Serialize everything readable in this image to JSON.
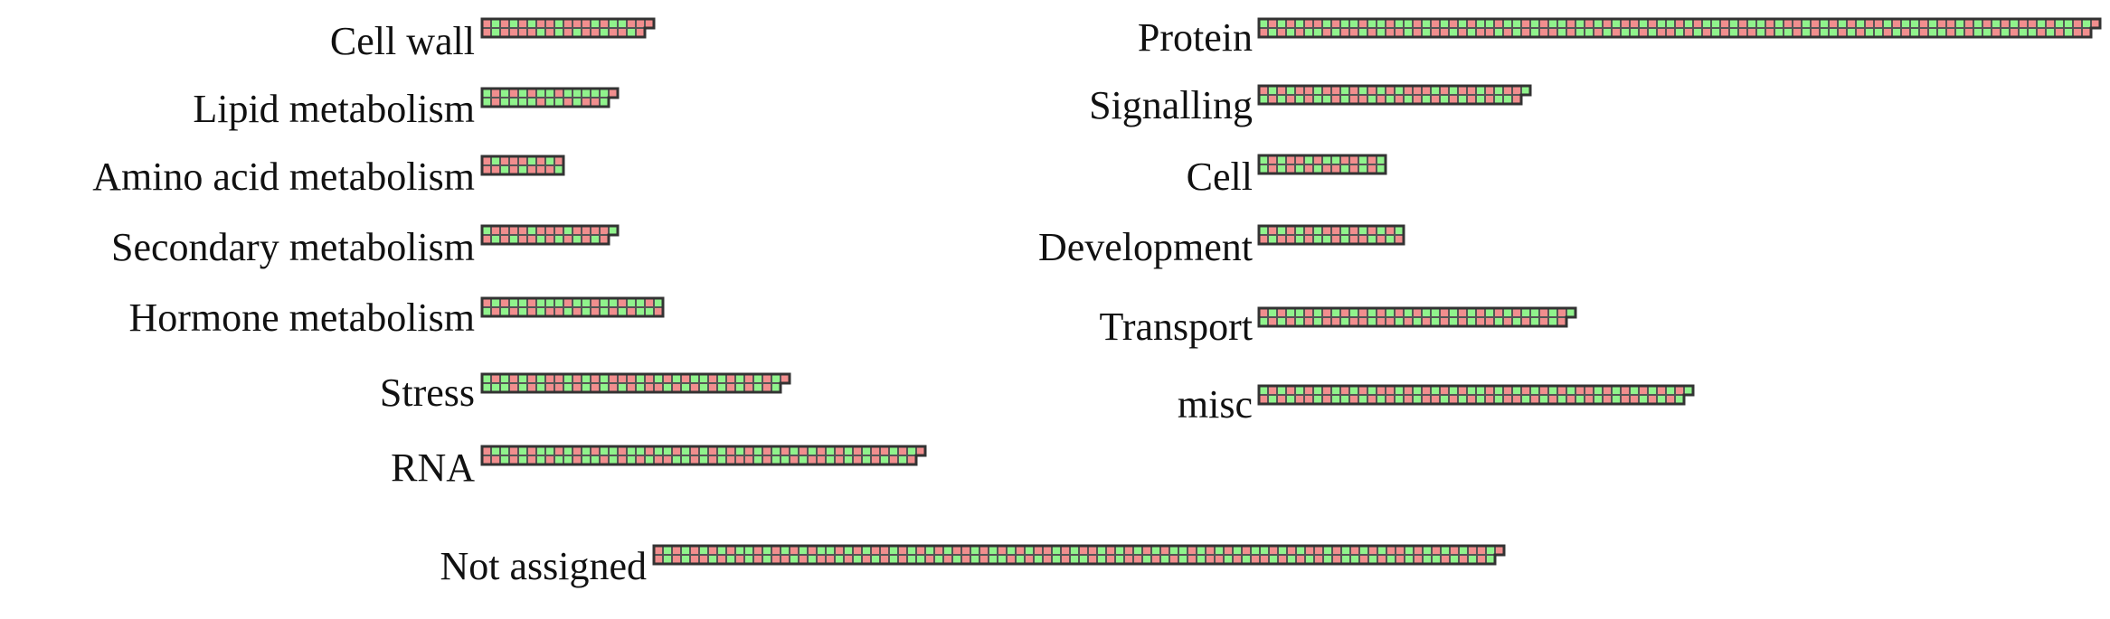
{
  "colors": {
    "red": "#f18e8e",
    "green": "#90f38c",
    "outline": "#333333",
    "cell_border": "#555555",
    "text": "#111111"
  },
  "categories": [
    {
      "id": "cell-wall",
      "label": "Cell wall",
      "count": 37,
      "pattern": "RRGGRRGRRRGRRGRRGGRRRGRRGRRGGRGRRGRRR"
    },
    {
      "id": "lipid-metabolism",
      "label": "Lipid metabolism",
      "count": 29,
      "pattern": "GGRRGGRGGGRGGRGGRGGRGGGRGRGGR"
    },
    {
      "id": "amino-acid-metabolism",
      "label": "Amino acid metabolism",
      "count": 18,
      "pattern": "RRGRRGRRRGGRRRGRRG"
    },
    {
      "id": "secondary-metabolism",
      "label": "Secondary metabolism",
      "count": 29,
      "pattern": "GRRGRRRGRRGRRGRRRGGRRGRRRGRRG"
    },
    {
      "id": "hormone-metabolism",
      "label": "Hormone metabolism",
      "count": 40,
      "pattern": "RGGRRGGRGGRRGGGRGRRGGRGGRRGGGRRGGRGGRGGR"
    },
    {
      "id": "stress",
      "label": "Stress",
      "count": 67,
      "pattern": "GGRGGGRRGGRRGGRRRRGGRRGGRRGGRRRGRRGGRRGRRGGRRGGRGGRRGGRRGGRRGGRRGGR"
    },
    {
      "id": "rna",
      "label": "RNA",
      "count": 97,
      "pattern": "RRGRGGRRGGRRGGGRRGGGRRGGRGGRGGRRGGGRRGGRGRRGGGRRGGRRGGRRGRRRGGRRGGRGGRRGGRRRGGRRGGRRGGRRRGGRRGG"
    },
    {
      "id": "protein",
      "label": "Protein",
      "count": 185,
      "pattern": "GRRGGRRGGRRGRGGRRGGRGRRGGRGGRRGRGGRRGGRRGRRGGRRGGRGRRGGRGGRRGGRRGRGGRRGGRGGRRGGRRGRGGRRGGRGRRGGRRGGRGGRRGGRRGRGGRRGGRGRRGGRRGGRGGRRGGRRGRGGRRGGRGGRRGGRGRRGGRRGGRGGRRGGRRGRGGRRGGRGGRR"
    },
    {
      "id": "signalling",
      "label": "Signalling",
      "count": 59,
      "pattern": "RGGRRGGRRGRRGGRGRRGGRRGRRGGRRGGRRGRRRGGRRGGRRGRRGGRRGGRGRRG"
    },
    {
      "id": "cell",
      "label": "Cell",
      "count": 28,
      "pattern": "GGRRGGRRRGGRRGGRGRRGRRGGRRGG"
    },
    {
      "id": "development",
      "label": "Development",
      "count": 32,
      "pattern": "GRRGGRRRGGRRGGRGRRGGRRGRRGGRRGGR"
    },
    {
      "id": "transport",
      "label": "Transport",
      "count": 69,
      "pattern": "RGGRRGGRGGRRGGRRGRRGGRRRGGRRGRRGGRRGGRGGRRGGRRGGRRGRRGGRRGGRGGRRGGRRG"
    },
    {
      "id": "misc",
      "label": "misc",
      "count": 95,
      "pattern": "GRRGGRRGGRRRGGRRGGRGGRRGGRRGRRGGRRGGRRGRRGGRRGGRGGRRGGRRGRRGGRRGGRRGGRRGRRGGRRGGRRGRRGGRRGGRRG"
    },
    {
      "id": "not-assigned",
      "label": "Not assigned",
      "count": 187,
      "pattern": "RRGGRRGGRRGRRGGRRGGRGGRRGGRRGRRGGRRGGRGRRGGRRGGRRGRRGGRRGGRGGRRGGRRGRRGGRRGGRGGRRGGRRGRRGGRRGGRGRRGGRRGGRRGRRGGRRGGRGGRRGGRRGRRGGRRGGRGRRGGRRGGRRGRRGGRRGGRGGRRGGRRGRRGGRRGGRGGRRGGRRG"
    }
  ]
}
